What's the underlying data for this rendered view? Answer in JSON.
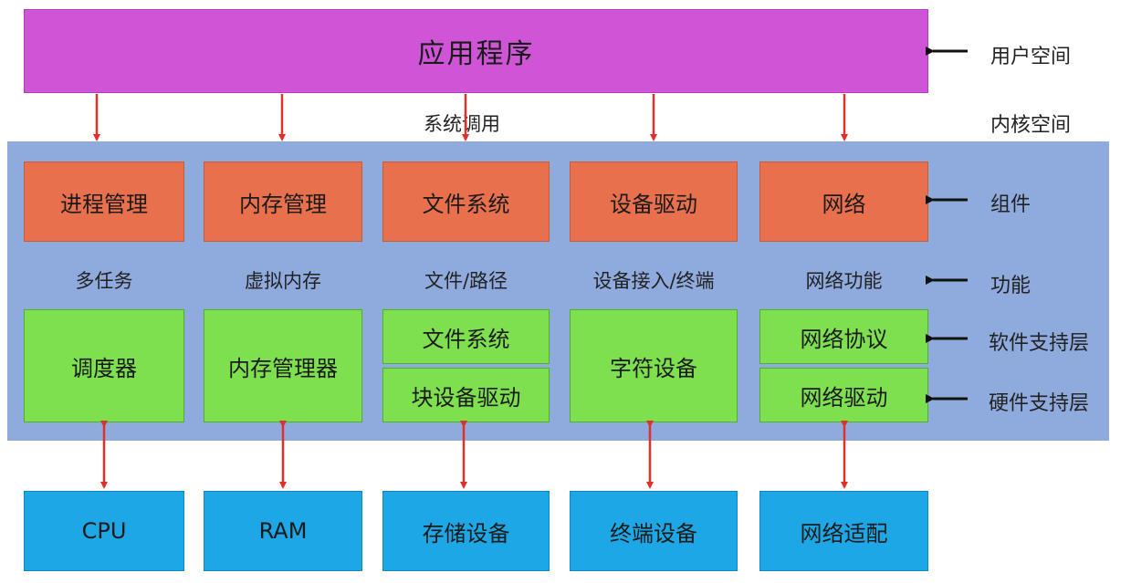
{
  "application": "应用程序",
  "syscall_label": "系统调用",
  "side_labels": {
    "user_space": "用户空间",
    "kernel_space": "内核空间",
    "components": "组件",
    "functions": "功能",
    "software_layer": "软件支持层",
    "hardware_layer": "硬件支持层"
  },
  "components": [
    "进程管理",
    "内存管理",
    "文件系统",
    "设备驱动",
    "网络"
  ],
  "functions": [
    "多任务",
    "虚拟内存",
    "文件/路径",
    "设备接入/终端",
    "网络功能"
  ],
  "support": {
    "scheduler": "调度器",
    "memory_manager": "内存管理器",
    "filesystem": "文件系统",
    "block_driver": "块设备驱动",
    "char_device": "字符设备",
    "net_protocol": "网络协议",
    "net_driver": "网络驱动"
  },
  "hardware": [
    "CPU",
    "RAM",
    "存储设备",
    "终端设备",
    "网络适配"
  ],
  "colors": {
    "application": "#cf55d6",
    "kernel_panel": "#8faadc",
    "component": "#e8704c",
    "support": "#7fe04f",
    "hardware": "#1ea7e6",
    "arrow": "#e0302a"
  }
}
